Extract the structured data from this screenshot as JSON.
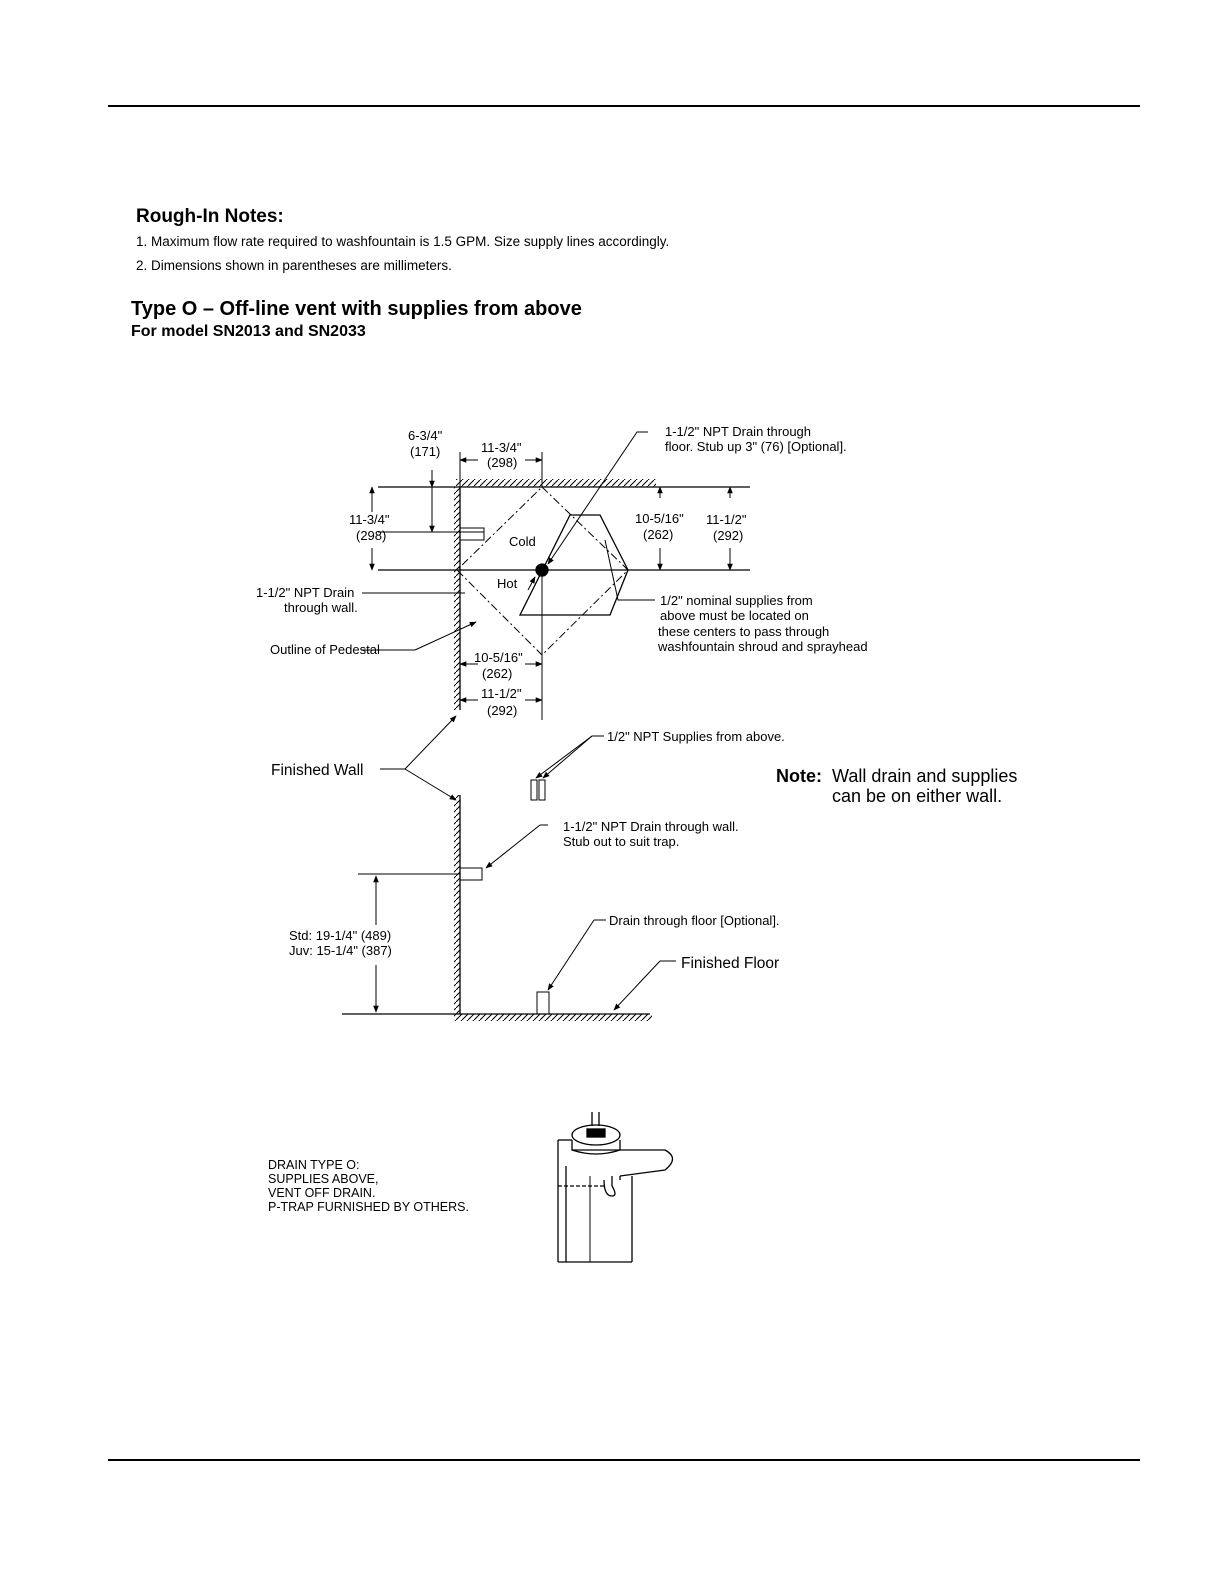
{
  "notes": {
    "title": "Rough-In Notes:",
    "items": [
      "1. Maximum flow rate required to washfountain is 1.5 GPM. Size supply lines accordingly.",
      "2. Dimensions shown in parentheses are millimeters."
    ]
  },
  "type": {
    "title": "Type O – Off-line vent with supplies from above",
    "subtitle": "For model SN2013 and SN2033"
  },
  "plan": {
    "dim_675": "6-3/4\"",
    "dim_171": "(171)",
    "dim_1134_top": "11-3/4\"",
    "dim_298_top": "(298)",
    "dim_1134_left": "11-3/4\"",
    "dim_298_left": "(298)",
    "dim_1058_right": "10-5/16\"",
    "dim_262_right": "(262)",
    "dim_1112_right": "11-1/2\"",
    "dim_292_right": "(292)",
    "dim_1058_bottom": "10-5/16\"",
    "dim_262_bottom": "(262)",
    "dim_1112_bottom": "11-1/2\"",
    "dim_292_bottom": "(292)",
    "cold": "Cold",
    "hot": "Hot",
    "drain_floor_1": "1-1/2\" NPT Drain through",
    "drain_floor_2": "floor. Stub up 3\" (76) [Optional].",
    "drain_wall_1": "1-1/2\" NPT Drain",
    "drain_wall_2": "through wall.",
    "pedestal": "Outline of Pedestal",
    "supplies_1": "1/2\" nominal supplies from",
    "supplies_2": "above must be located on",
    "supplies_3": "these centers to pass through",
    "supplies_4": "washfountain shroud and sprayhead"
  },
  "elevation": {
    "finished_wall": "Finished Wall",
    "npt_supplies": "1/2\" NPT Supplies from above.",
    "note_bold": "Note:",
    "note_1": "Wall drain and supplies",
    "note_2": "can be on either wall.",
    "drain_wall_1": "1-1/2\" NPT Drain through wall.",
    "drain_wall_2": "Stub out to suit trap.",
    "std": "Std: 19-1/4\" (489)",
    "juv": "Juv: 15-1/4\" (387)",
    "drain_floor": "Drain through floor [Optional].",
    "finished_floor": "Finished Floor"
  },
  "caption": {
    "line1": "DRAIN TYPE O:",
    "line2": "SUPPLIES ABOVE,",
    "line3": "VENT OFF DRAIN.",
    "line4": "P-TRAP FURNISHED BY OTHERS."
  }
}
